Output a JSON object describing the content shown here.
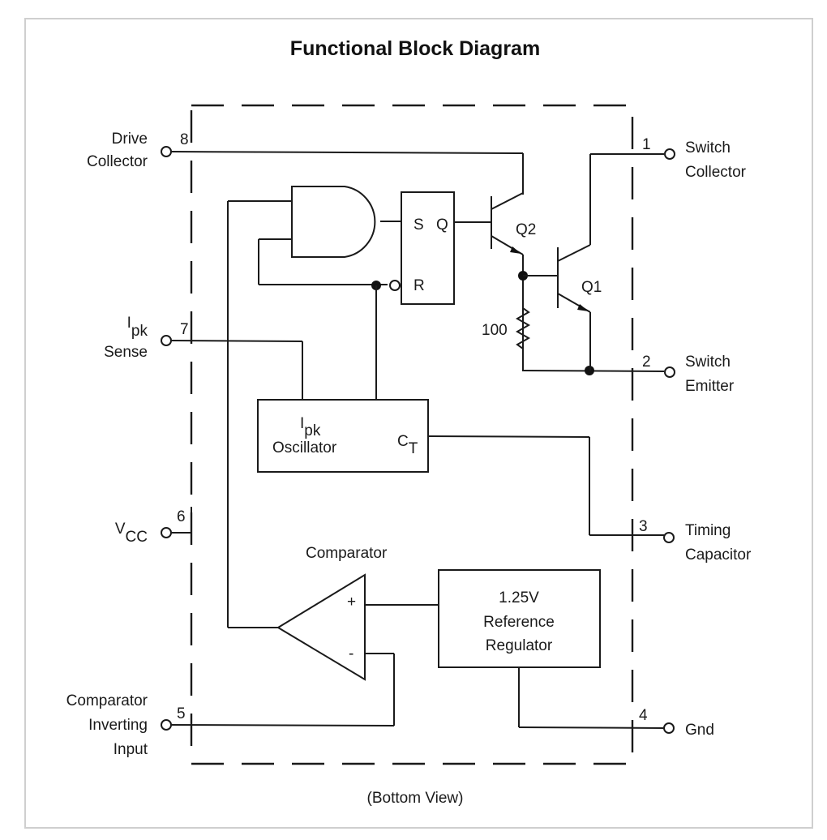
{
  "title": "Functional Block Diagram",
  "footer": "(Bottom View)",
  "pins": {
    "p8": {
      "number": "8",
      "label_line1": "Drive",
      "label_line2": "Collector"
    },
    "p7": {
      "number": "7",
      "label_main": "I",
      "label_sub": "pk",
      "label_line2": "Sense"
    },
    "p6": {
      "number": "6",
      "label_main": "V",
      "label_sub": "CC"
    },
    "p5": {
      "number": "5",
      "label_line1": "Comparator",
      "label_line2": "Inverting",
      "label_line3": "Input"
    },
    "p1": {
      "number": "1",
      "label_line1": "Switch",
      "label_line2": "Collector"
    },
    "p2": {
      "number": "2",
      "label_line1": "Switch",
      "label_line2": "Emitter"
    },
    "p3": {
      "number": "3",
      "label_line1": "Timing",
      "label_line2": "Capacitor"
    },
    "p4": {
      "number": "4",
      "label_line1": "Gnd"
    }
  },
  "blocks": {
    "latch": {
      "set": "S",
      "out": "Q",
      "reset": "R"
    },
    "q2": "Q2",
    "q1": "Q1",
    "resistor": "100",
    "oscillator": {
      "main": "I",
      "sub": "pk",
      "line2": "Oscillator",
      "ct_main": "C",
      "ct_sub": "T"
    },
    "comparator": {
      "label": "Comparator",
      "plus": "+",
      "minus": "-"
    },
    "reference": {
      "line1": "1.25V",
      "line2": "Reference",
      "line3": "Regulator"
    }
  }
}
